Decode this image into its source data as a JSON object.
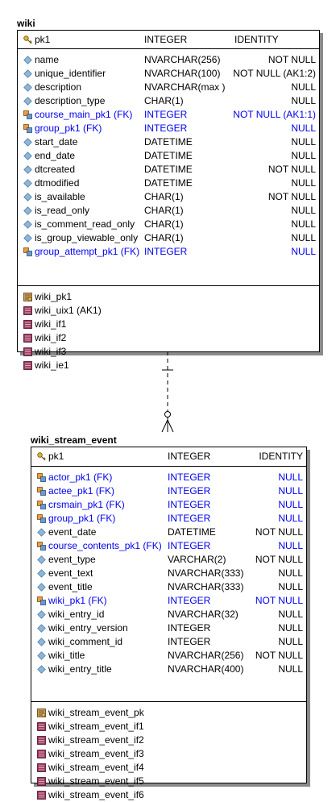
{
  "wiki": {
    "title": "wiki",
    "pk": [
      {
        "name": "pk1",
        "type": "INTEGER",
        "nullability": "IDENTITY",
        "icon": "key-icon"
      }
    ],
    "columns": [
      {
        "name": "name",
        "type": "NVARCHAR(256)",
        "nullability": "NOT NULL",
        "fk": false
      },
      {
        "name": "unique_identifier",
        "type": "NVARCHAR(100)",
        "nullability": "NOT NULL (AK1:2)",
        "fk": false
      },
      {
        "name": "description",
        "type": "NVARCHAR(max )",
        "nullability": "NULL",
        "fk": false
      },
      {
        "name": "description_type",
        "type": "CHAR(1)",
        "nullability": "NULL",
        "fk": false
      },
      {
        "name": "course_main_pk1 (FK)",
        "type": "INTEGER",
        "nullability": "NOT NULL (AK1:1)",
        "fk": true
      },
      {
        "name": "group_pk1 (FK)",
        "type": "INTEGER",
        "nullability": "NULL",
        "fk": true
      },
      {
        "name": "start_date",
        "type": "DATETIME",
        "nullability": "NULL",
        "fk": false
      },
      {
        "name": "end_date",
        "type": "DATETIME",
        "nullability": "NULL",
        "fk": false
      },
      {
        "name": "dtcreated",
        "type": "DATETIME",
        "nullability": "NOT NULL",
        "fk": false
      },
      {
        "name": "dtmodified",
        "type": "DATETIME",
        "nullability": "NULL",
        "fk": false
      },
      {
        "name": "is_available",
        "type": "CHAR(1)",
        "nullability": "NOT NULL",
        "fk": false
      },
      {
        "name": "is_read_only",
        "type": "CHAR(1)",
        "nullability": "NULL",
        "fk": false
      },
      {
        "name": "is_comment_read_only",
        "type": "CHAR(1)",
        "nullability": "NULL",
        "fk": false
      },
      {
        "name": "is_group_viewable_only",
        "type": "CHAR(1)",
        "nullability": "NULL",
        "fk": false
      },
      {
        "name": "group_attempt_pk1 (FK)",
        "type": "INTEGER",
        "nullability": "NULL",
        "fk": true
      }
    ],
    "indexes": [
      {
        "name": "wiki_pk1",
        "kind": "pk-index-icon"
      },
      {
        "name": "wiki_uix1 (AK1)",
        "kind": "index-icon"
      },
      {
        "name": "wiki_if1",
        "kind": "index-icon"
      },
      {
        "name": "wiki_if2",
        "kind": "index-icon"
      },
      {
        "name": "wiki_if3",
        "kind": "index-icon"
      },
      {
        "name": "wiki_ie1",
        "kind": "index-icon"
      }
    ]
  },
  "wiki_stream_event": {
    "title": "wiki_stream_event",
    "pk": [
      {
        "name": "pk1",
        "type": "INTEGER",
        "nullability": "IDENTITY",
        "icon": "key-icon"
      }
    ],
    "columns": [
      {
        "name": "actor_pk1 (FK)",
        "type": "INTEGER",
        "nullability": "NULL",
        "fk": true
      },
      {
        "name": "actee_pk1 (FK)",
        "type": "INTEGER",
        "nullability": "NULL",
        "fk": true
      },
      {
        "name": "crsmain_pk1 (FK)",
        "type": "INTEGER",
        "nullability": "NULL",
        "fk": true
      },
      {
        "name": "group_pk1 (FK)",
        "type": "INTEGER",
        "nullability": "NULL",
        "fk": true
      },
      {
        "name": "event_date",
        "type": "DATETIME",
        "nullability": "NOT NULL",
        "fk": false
      },
      {
        "name": "course_contents_pk1 (FK)",
        "type": "INTEGER",
        "nullability": "NULL",
        "fk": true
      },
      {
        "name": "event_type",
        "type": "VARCHAR(2)",
        "nullability": "NOT NULL",
        "fk": false
      },
      {
        "name": "event_text",
        "type": "NVARCHAR(333)",
        "nullability": "NULL",
        "fk": false
      },
      {
        "name": "event_title",
        "type": "NVARCHAR(333)",
        "nullability": "NULL",
        "fk": false
      },
      {
        "name": "wiki_pk1 (FK)",
        "type": "INTEGER",
        "nullability": "NOT NULL",
        "fk": true
      },
      {
        "name": "wiki_entry_id",
        "type": "NVARCHAR(32)",
        "nullability": "NULL",
        "fk": false
      },
      {
        "name": "wiki_entry_version",
        "type": "INTEGER",
        "nullability": "NULL",
        "fk": false
      },
      {
        "name": "wiki_comment_id",
        "type": "INTEGER",
        "nullability": "NULL",
        "fk": false
      },
      {
        "name": "wiki_title",
        "type": "NVARCHAR(256)",
        "nullability": "NOT NULL",
        "fk": false
      },
      {
        "name": "wiki_entry_title",
        "type": "NVARCHAR(400)",
        "nullability": "NULL",
        "fk": false
      }
    ],
    "indexes": [
      {
        "name": "wiki_stream_event_pk",
        "kind": "pk-index-icon"
      },
      {
        "name": "wiki_stream_event_if1",
        "kind": "index-icon"
      },
      {
        "name": "wiki_stream_event_if2",
        "kind": "index-icon"
      },
      {
        "name": "wiki_stream_event_if3",
        "kind": "index-icon"
      },
      {
        "name": "wiki_stream_event_if4",
        "kind": "index-icon"
      },
      {
        "name": "wiki_stream_event_if5",
        "kind": "index-icon"
      },
      {
        "name": "wiki_stream_event_if6",
        "kind": "index-icon"
      }
    ]
  },
  "relationship": {
    "parent": "wiki",
    "child": "wiki_stream_event",
    "parent_cardinality": "one",
    "child_cardinality": "zero-or-many",
    "line_style": "dashed"
  },
  "colors": {
    "fk_text": "#0000ee",
    "column_icon": "#8fb6d8",
    "index_icon": "#9b3a5e",
    "shadow": "#8a8a8a"
  }
}
